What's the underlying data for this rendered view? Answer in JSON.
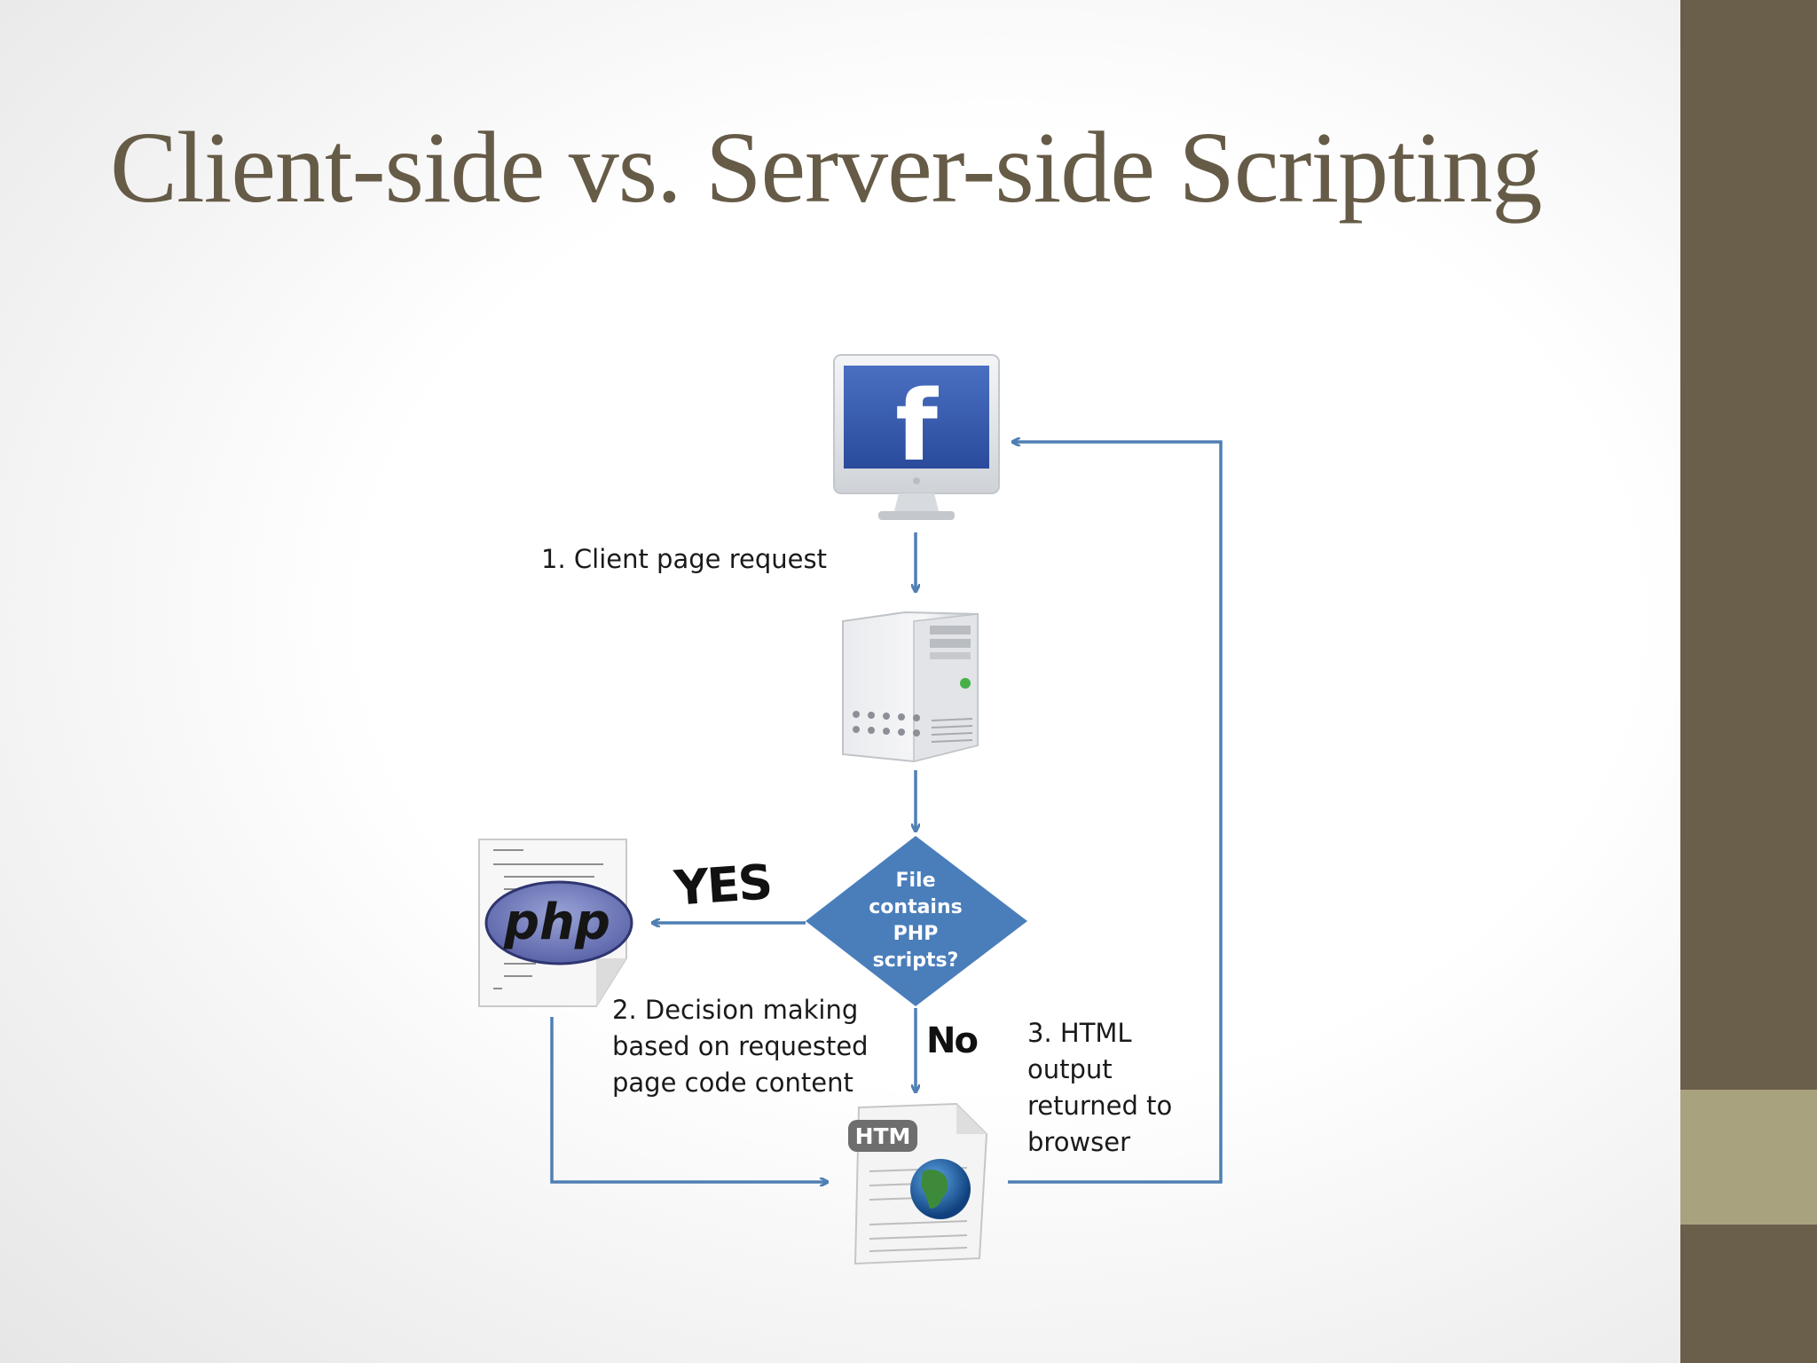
{
  "slide": {
    "title": "Client-side vs. Server-side Scripting",
    "accent_colors": {
      "title": "#665b47",
      "side_band": "#6a5f4b",
      "side_accent": "#a9a27e",
      "arrows": "#4f7fb3",
      "decision_fill": "#4a7ebb"
    }
  },
  "diagram": {
    "step1_label": "1. Client page request",
    "step2_label": "2. Decision making\nbased on requested\npage code content",
    "step3_label": "3. HTML\noutput\nreturned to\nbrowser",
    "decision_text": "File\ncontains\nPHP\nscripts?",
    "yes_label": "YES",
    "no_label": "No",
    "php_logo_text": "php",
    "html_badge_text": "HTM",
    "facebook_letter": "f",
    "icons": [
      "monitor-facebook-icon",
      "server-tower-icon",
      "php-file-icon",
      "html-file-globe-icon"
    ]
  }
}
